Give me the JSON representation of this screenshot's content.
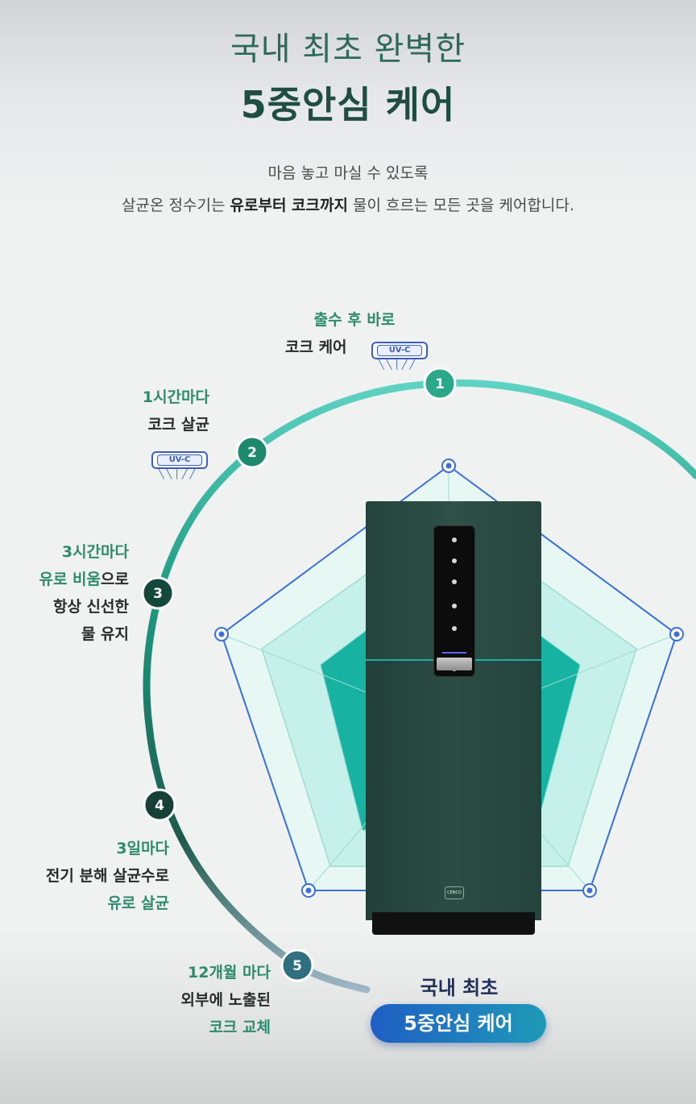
{
  "header": {
    "title_line1": "국내 최초 완벽한",
    "title_line2": "5중안심 케어",
    "subtitle_line1": "마음 놓고 마실 수 있도록",
    "subtitle_line2_pre": "살균온 정수기는 ",
    "subtitle_line2_bold": "유로부터 코크까지",
    "subtitle_line2_post": " 물이 흐르는 모든 곳을 케어합니다."
  },
  "steps": [
    {
      "num": "1",
      "line1": "출수 후 바로",
      "line2": "코크 케어",
      "badge": "UV-C"
    },
    {
      "num": "2",
      "line1": "1시간마다",
      "line2": "코크 살균",
      "badge": "UV-C"
    },
    {
      "num": "3",
      "line1": "3시간마다",
      "line2a": "유로 비움",
      "line2b": "으로",
      "line3": "항상 신선한",
      "line4": "물 유지"
    },
    {
      "num": "4",
      "line1": "3일마다",
      "line2": "전기 분해 살균수로",
      "line3": "유로 살균"
    },
    {
      "num": "5",
      "line1": "12개월 마다",
      "line2": "외부에 노출된",
      "line3": "코크 교체"
    }
  ],
  "footer": {
    "care_line1": "국내 최초",
    "care_pill": "5중안심 케어"
  },
  "colors": {
    "accent_green": "#2d8a6c",
    "dark_green": "#1f4d40",
    "radar_teal": "#19b6a6",
    "radar_light": "#bff0ea",
    "radar_line": "#3a6fd8",
    "pill_blue": "#1f5ec4"
  },
  "product": {
    "logo_text": "CENCO"
  }
}
